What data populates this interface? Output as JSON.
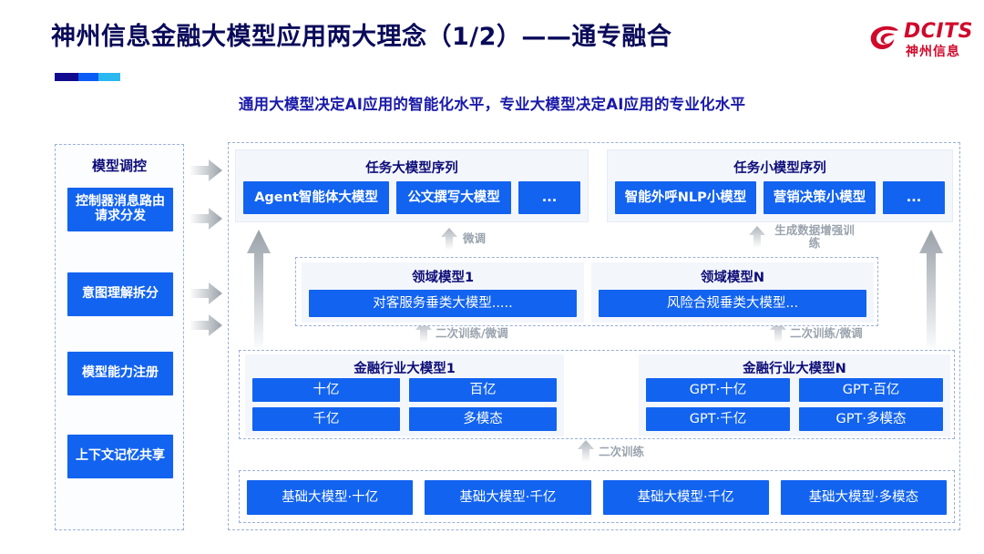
{
  "header": {
    "title": "神州信息金融大模型应用两大理念（1/2）——通专融合",
    "subtitle": "通用大模型决定AI应用的智能化水平，专业大模型决定AI应用的专业化水平",
    "accent_colors": [
      "#120a8f",
      "#0a5cf5",
      "#2bb8ef"
    ]
  },
  "logo": {
    "brand": "DCITS",
    "brand_cn": "神州信息",
    "color": "#cf0a2c",
    "mark": "swirl-icon"
  },
  "sidebar": {
    "title": "模型调控",
    "items": [
      {
        "label": "控制器消息路由请求分发"
      },
      {
        "label": "意图理解拆分"
      },
      {
        "label": "模型能力注册"
      },
      {
        "label": "上下文记忆共享"
      }
    ]
  },
  "sequences": [
    {
      "title": "任务大模型序列",
      "items": [
        "Agent智能体大模型",
        "公文撰写大模型",
        "..."
      ]
    },
    {
      "title": "任务小模型序列",
      "items": [
        "智能外呼NLP小模型",
        "营销决策小模型",
        "..."
      ]
    }
  ],
  "domain_models": [
    {
      "title": "领域模型1",
      "label": "对客服务垂类大模型....."
    },
    {
      "title": "领域模型N",
      "label": "风险合规垂类大模型..."
    }
  ],
  "finance_models": [
    {
      "title": "金融行业大模型1",
      "items": [
        "十亿",
        "百亿",
        "千亿",
        "多模态"
      ]
    },
    {
      "title": "金融行业大模型N",
      "items": [
        "GPT·十亿",
        "GPT·百亿",
        "GPT·千亿",
        "GPT·多模态"
      ]
    }
  ],
  "base_models": [
    "基础大模型·十亿",
    "基础大模型·千亿",
    "基础大模型·千亿",
    "基础大模型·多模态"
  ],
  "flow_labels": {
    "fine_tune": "微调",
    "data_augment": "生成数据增强训练",
    "retrain_tune_left": "二次训练/微调",
    "retrain_tune_right": "二次训练/微调",
    "retrain": "二次训练"
  },
  "theme": {
    "chip_blue": "#1263f0",
    "title_navy": "#0a0a5a",
    "subtitle_blue": "#1a1aa8",
    "dashed_border": "#9ab0d8",
    "arrow_gray": "#b6bcc4"
  }
}
